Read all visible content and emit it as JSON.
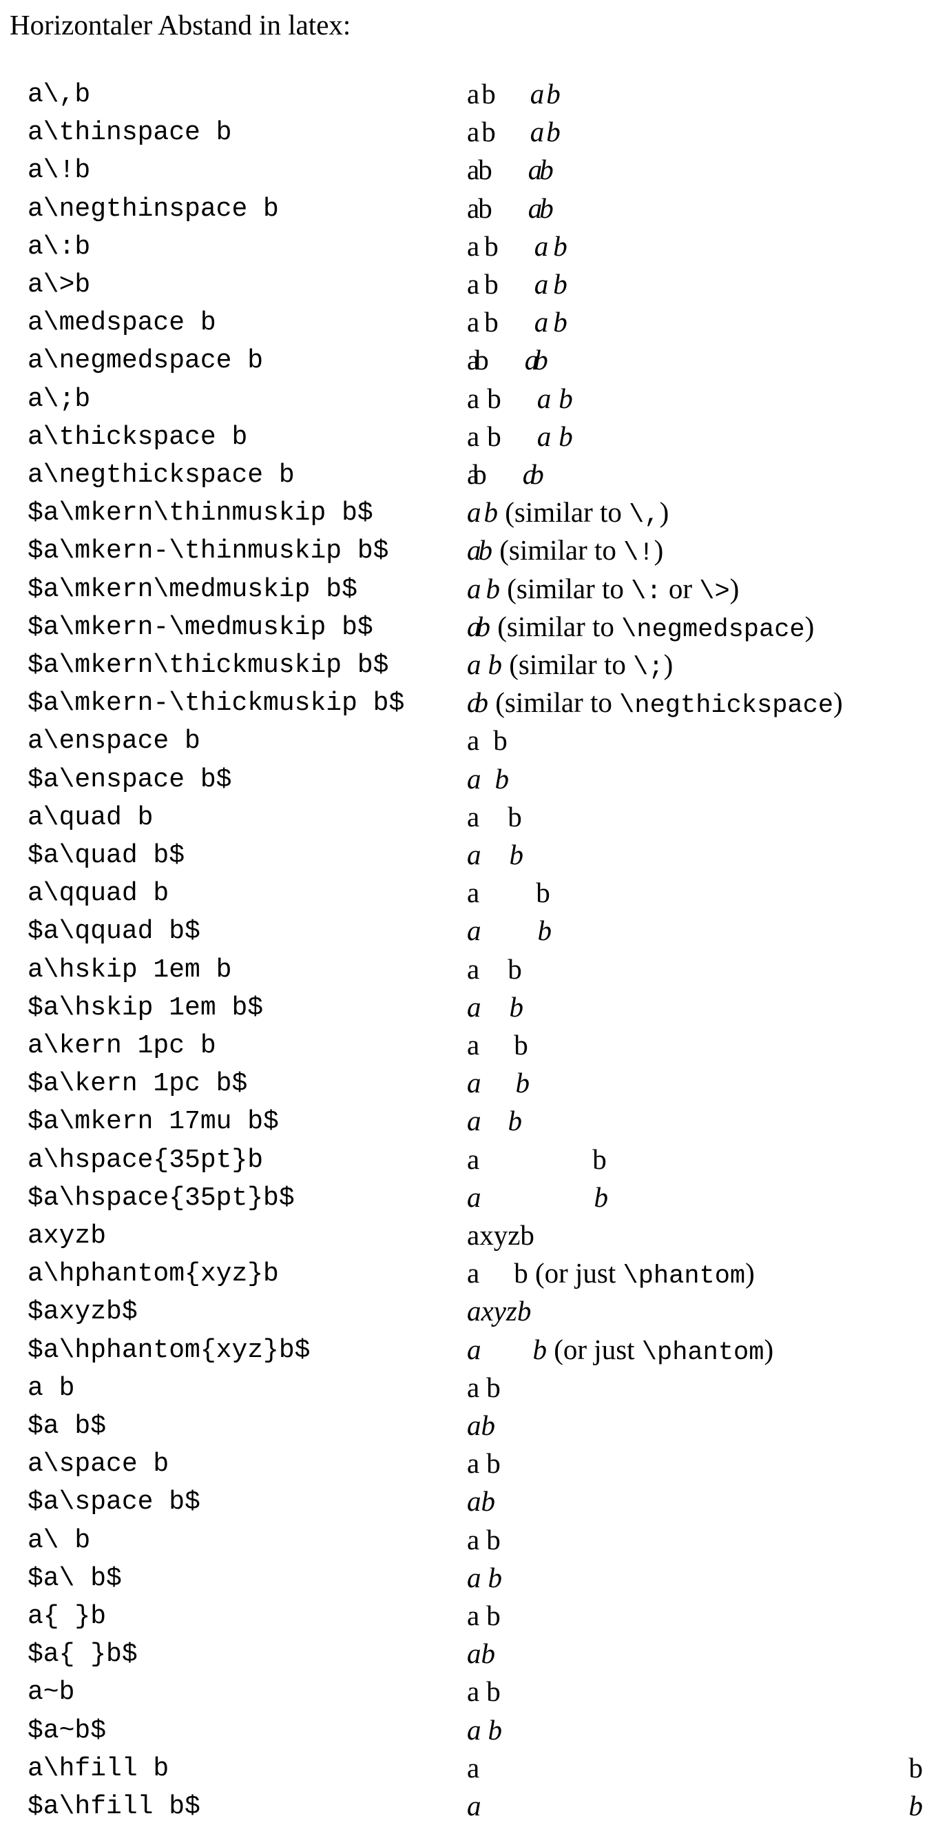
{
  "title": "Horizontaler Abstand in latex:",
  "rows": [
    {
      "code": "a\\,b",
      "out": [
        {
          "t": "a"
        },
        {
          "t": "b",
          "g": 3
        },
        {
          "t": "a",
          "i": 1,
          "g": 50
        },
        {
          "t": "b",
          "i": 1,
          "g": 3
        }
      ]
    },
    {
      "code": "a\\thinspace b",
      "out": [
        {
          "t": "a"
        },
        {
          "t": "b",
          "g": 3
        },
        {
          "t": "a",
          "i": 1,
          "g": 50
        },
        {
          "t": "b",
          "i": 1,
          "g": 3
        }
      ]
    },
    {
      "code": "a\\!b",
      "out": [
        {
          "t": "a"
        },
        {
          "t": "b",
          "g": -2
        },
        {
          "t": "a",
          "i": 1,
          "g": 52
        },
        {
          "t": "b",
          "i": 1,
          "g": -4
        }
      ]
    },
    {
      "code": "a\\negthinspace b",
      "out": [
        {
          "t": "a"
        },
        {
          "t": "b",
          "g": -2
        },
        {
          "t": "a",
          "i": 1,
          "g": 52
        },
        {
          "t": "b",
          "i": 1,
          "g": -4
        }
      ]
    },
    {
      "code": "a\\:b",
      "out": [
        {
          "t": "a"
        },
        {
          "t": "b",
          "g": 7
        },
        {
          "t": "a",
          "i": 1,
          "g": 52
        },
        {
          "t": "b",
          "i": 1,
          "g": 7
        }
      ]
    },
    {
      "code": "a\\>b",
      "out": [
        {
          "t": "a"
        },
        {
          "t": "b",
          "g": 7
        },
        {
          "t": "a",
          "i": 1,
          "g": 52
        },
        {
          "t": "b",
          "i": 1,
          "g": 7
        }
      ]
    },
    {
      "code": "a\\medspace b",
      "out": [
        {
          "t": "a"
        },
        {
          "t": "b",
          "g": 7
        },
        {
          "t": "a",
          "i": 1,
          "g": 52
        },
        {
          "t": "b",
          "i": 1,
          "g": 7
        }
      ]
    },
    {
      "code": "a\\negmedspace b",
      "out": [
        {
          "t": "a"
        },
        {
          "t": "b",
          "g": -7
        },
        {
          "t": "a",
          "i": 1,
          "g": 52
        },
        {
          "t": "b",
          "i": 1,
          "g": -7
        }
      ]
    },
    {
      "code": "a\\;b",
      "out": [
        {
          "t": "a"
        },
        {
          "t": "b",
          "g": 11
        },
        {
          "t": "a",
          "i": 1,
          "g": 52
        },
        {
          "t": "b",
          "i": 1,
          "g": 11
        }
      ]
    },
    {
      "code": "a\\thickspace b",
      "out": [
        {
          "t": "a"
        },
        {
          "t": "b",
          "g": 11
        },
        {
          "t": "a",
          "i": 1,
          "g": 52
        },
        {
          "t": "b",
          "i": 1,
          "g": 11
        }
      ]
    },
    {
      "code": "a\\negthickspace b",
      "out": [
        {
          "t": "a"
        },
        {
          "t": "b",
          "g": -10
        },
        {
          "t": "a",
          "i": 1,
          "g": 52
        },
        {
          "t": "b",
          "i": 1,
          "g": -10
        }
      ]
    },
    {
      "code": "$a\\mkern\\thinmuskip b$",
      "out": [
        {
          "t": "a",
          "i": 1
        },
        {
          "t": "b",
          "i": 1,
          "g": 4
        },
        {
          "t": " (similar to "
        },
        {
          "t": "\\,",
          "tt": 1
        },
        {
          "t": ")"
        }
      ]
    },
    {
      "code": "$a\\mkern-\\thinmuskip b$",
      "out": [
        {
          "t": "a",
          "i": 1
        },
        {
          "t": "b",
          "i": 1,
          "g": -4
        },
        {
          "t": " (similar to "
        },
        {
          "t": "\\!",
          "tt": 1
        },
        {
          "t": ")"
        }
      ]
    },
    {
      "code": "$a\\mkern\\medmuskip b$",
      "out": [
        {
          "t": "a",
          "i": 1
        },
        {
          "t": "b",
          "i": 1,
          "g": 7
        },
        {
          "t": " (similar to "
        },
        {
          "t": "\\:",
          "tt": 1
        },
        {
          "t": " or "
        },
        {
          "t": "\\>",
          "tt": 1
        },
        {
          "t": ")"
        }
      ]
    },
    {
      "code": "$a\\mkern-\\medmuskip b$",
      "out": [
        {
          "t": "a",
          "i": 1
        },
        {
          "t": "b",
          "i": 1,
          "g": -7
        },
        {
          "t": " (similar to "
        },
        {
          "t": "\\negmedspace",
          "tt": 1
        },
        {
          "t": ")"
        }
      ]
    },
    {
      "code": "$a\\mkern\\thickmuskip b$",
      "out": [
        {
          "t": "a",
          "i": 1
        },
        {
          "t": "b",
          "i": 1,
          "g": 10
        },
        {
          "t": " (similar to "
        },
        {
          "t": "\\;",
          "tt": 1
        },
        {
          "t": ")"
        }
      ]
    },
    {
      "code": "$a\\mkern-\\thickmuskip b$",
      "out": [
        {
          "t": "a",
          "i": 1
        },
        {
          "t": "b",
          "i": 1,
          "g": -10
        },
        {
          "t": " (similar to "
        },
        {
          "t": "\\negthickspace",
          "tt": 1
        },
        {
          "t": ")"
        }
      ]
    },
    {
      "code": "a\\enspace b",
      "out": [
        {
          "t": "a"
        },
        {
          "t": "b",
          "g": 20
        }
      ]
    },
    {
      "code": "$a\\enspace b$",
      "out": [
        {
          "t": "a",
          "i": 1
        },
        {
          "t": "b",
          "i": 1,
          "g": 20
        }
      ]
    },
    {
      "code": "a\\quad b",
      "out": [
        {
          "t": "a"
        },
        {
          "t": "b",
          "g": 41
        }
      ]
    },
    {
      "code": "$a\\quad b$",
      "out": [
        {
          "t": "a",
          "i": 1
        },
        {
          "t": "b",
          "i": 1,
          "g": 41
        }
      ]
    },
    {
      "code": "a\\qquad b",
      "out": [
        {
          "t": "a"
        },
        {
          "t": "b",
          "g": 82
        }
      ]
    },
    {
      "code": "$a\\qquad b$",
      "out": [
        {
          "t": "a",
          "i": 1
        },
        {
          "t": "b",
          "i": 1,
          "g": 82
        }
      ]
    },
    {
      "code": "a\\hskip 1em b",
      "out": [
        {
          "t": "a"
        },
        {
          "t": "b",
          "g": 41
        }
      ]
    },
    {
      "code": "$a\\hskip 1em b$",
      "out": [
        {
          "t": "a",
          "i": 1
        },
        {
          "t": "b",
          "i": 1,
          "g": 41
        }
      ]
    },
    {
      "code": "a\\kern 1pc b",
      "out": [
        {
          "t": "a"
        },
        {
          "t": "b",
          "g": 50
        }
      ]
    },
    {
      "code": "$a\\kern 1pc b$",
      "out": [
        {
          "t": "a",
          "i": 1
        },
        {
          "t": "b",
          "i": 1,
          "g": 50
        }
      ]
    },
    {
      "code": "$a\\mkern 17mu b$",
      "out": [
        {
          "t": "a",
          "i": 1
        },
        {
          "t": "b",
          "i": 1,
          "g": 39
        }
      ]
    },
    {
      "code": "a\\hspace{35pt}b",
      "out": [
        {
          "t": "a"
        },
        {
          "t": "b",
          "g": 164
        }
      ]
    },
    {
      "code": "$a\\hspace{35pt}b$",
      "out": [
        {
          "t": "a",
          "i": 1
        },
        {
          "t": "b",
          "i": 1,
          "g": 164
        }
      ]
    },
    {
      "code": "axyzb",
      "out": [
        {
          "t": "axyzb"
        }
      ]
    },
    {
      "code": "a\\hphantom{xyz}b",
      "out": [
        {
          "t": "a"
        },
        {
          "t": "b",
          "g": 50
        },
        {
          "t": " (or just "
        },
        {
          "t": "\\phantom",
          "tt": 1
        },
        {
          "t": ")"
        }
      ]
    },
    {
      "code": "$axyzb$",
      "out": [
        {
          "t": "axyzb",
          "i": 1
        }
      ]
    },
    {
      "code": "$a\\hphantom{xyz}b$",
      "out": [
        {
          "t": "a",
          "i": 1
        },
        {
          "t": "b",
          "i": 1,
          "g": 75
        },
        {
          "t": " (or just "
        },
        {
          "t": "\\phantom",
          "tt": 1
        },
        {
          "t": ")"
        }
      ]
    },
    {
      "code": "a b",
      "out": [
        {
          "t": "a"
        },
        {
          "t": "b",
          "g": 10
        }
      ]
    },
    {
      "code": "$a b$",
      "out": [
        {
          "t": "ab",
          "i": 1
        }
      ]
    },
    {
      "code": "a\\space b",
      "out": [
        {
          "t": "a"
        },
        {
          "t": "b",
          "g": 10
        }
      ]
    },
    {
      "code": "$a\\space b$",
      "out": [
        {
          "t": "ab",
          "i": 1
        }
      ]
    },
    {
      "code": "a\\ b",
      "out": [
        {
          "t": "a"
        },
        {
          "t": "b",
          "g": 10
        }
      ]
    },
    {
      "code": "$a\\ b$",
      "out": [
        {
          "t": "a",
          "i": 1
        },
        {
          "t": "b",
          "i": 1,
          "g": 10
        }
      ]
    },
    {
      "code": "a{ }b",
      "out": [
        {
          "t": "a"
        },
        {
          "t": "b",
          "g": 10
        }
      ]
    },
    {
      "code": "$a{ }b$",
      "out": [
        {
          "t": "ab",
          "i": 1
        }
      ]
    },
    {
      "code": "a~b",
      "out": [
        {
          "t": "a"
        },
        {
          "t": "b",
          "g": 10
        }
      ]
    },
    {
      "code": "$a~b$",
      "out": [
        {
          "t": "a",
          "i": 1
        },
        {
          "t": "b",
          "i": 1,
          "g": 10
        }
      ]
    },
    {
      "code": "a\\hfill b",
      "out": [
        {
          "t": "a"
        }
      ],
      "right": "b"
    },
    {
      "code": "$a\\hfill b$",
      "out": [
        {
          "t": "a",
          "i": 1
        }
      ],
      "right": "b",
      "right_i": 1
    }
  ]
}
